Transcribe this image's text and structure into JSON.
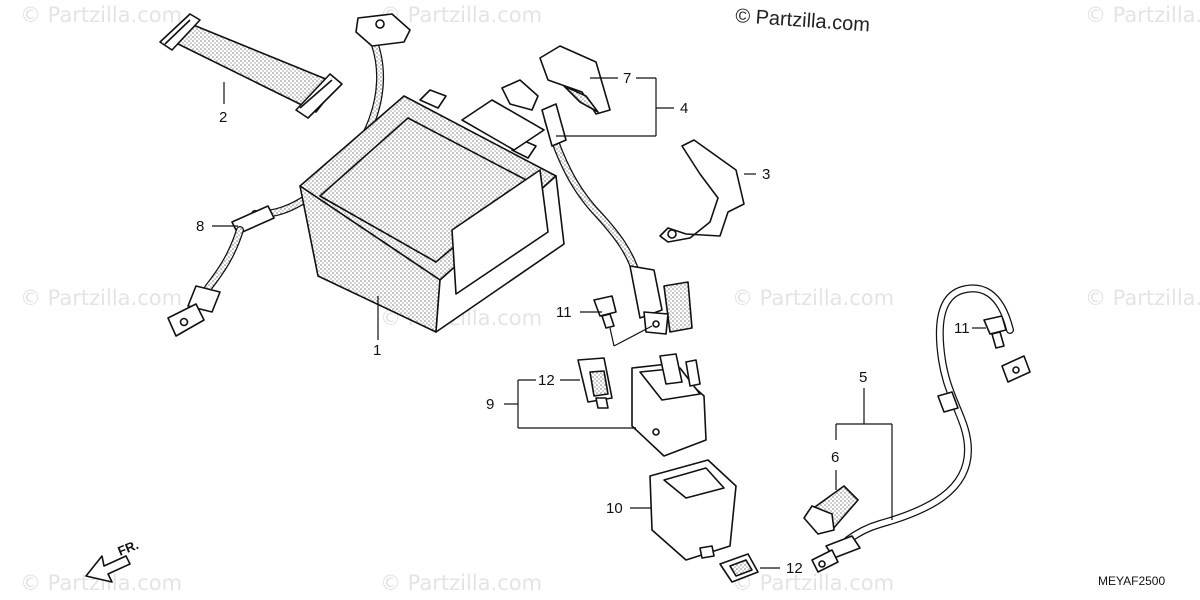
{
  "watermark": {
    "text": "© Partzilla.com"
  },
  "copyright": {
    "text": "© Partzilla.com"
  },
  "diagram_code": "MEYAF2500",
  "front_marker": {
    "label": "FR."
  },
  "callouts": [
    {
      "id": "c1",
      "label": "1"
    },
    {
      "id": "c2",
      "label": "2"
    },
    {
      "id": "c3",
      "label": "3"
    },
    {
      "id": "c4",
      "label": "4"
    },
    {
      "id": "c5",
      "label": "5"
    },
    {
      "id": "c6",
      "label": "6"
    },
    {
      "id": "c7",
      "label": "7"
    },
    {
      "id": "c8",
      "label": "8"
    },
    {
      "id": "c9",
      "label": "9"
    },
    {
      "id": "c10",
      "label": "10"
    },
    {
      "id": "c11a",
      "label": "11"
    },
    {
      "id": "c11b",
      "label": "11"
    },
    {
      "id": "c12a",
      "label": "12"
    },
    {
      "id": "c12b",
      "label": "12"
    }
  ],
  "colors": {
    "line": "#111111",
    "stipple": "#8a8a8a",
    "watermark": "#e4e4e4"
  }
}
